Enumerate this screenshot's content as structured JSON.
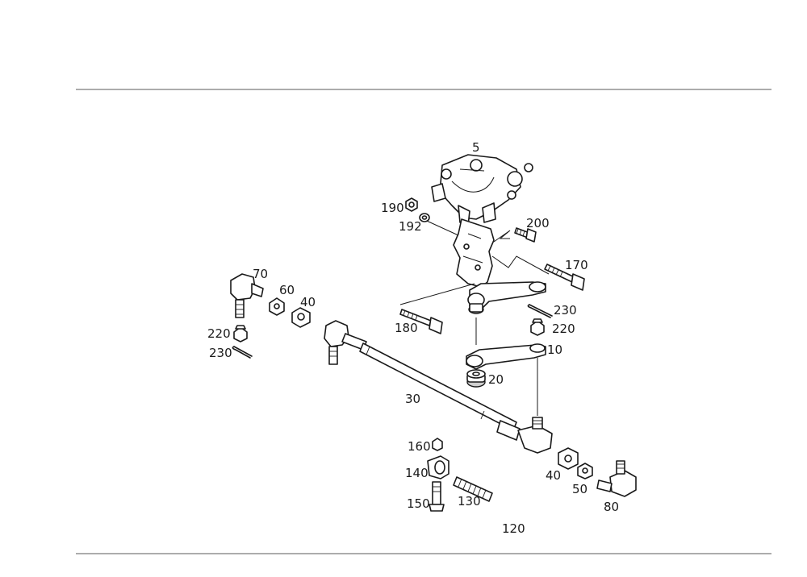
{
  "callouts": {
    "c5": "5",
    "c190": "190",
    "c192": "192",
    "c200": "200",
    "c170": "170",
    "c70": "70",
    "c60": "60",
    "c40a": "40",
    "c220a": "220",
    "c230a": "230",
    "c230b": "230",
    "c180": "180",
    "c220b": "220",
    "c10": "10",
    "c20": "20",
    "c30": "30",
    "c160": "160",
    "c140": "140",
    "c150": "150",
    "c130": "130",
    "c40b": "40",
    "c50": "50",
    "c80": "80",
    "c120": "120"
  }
}
